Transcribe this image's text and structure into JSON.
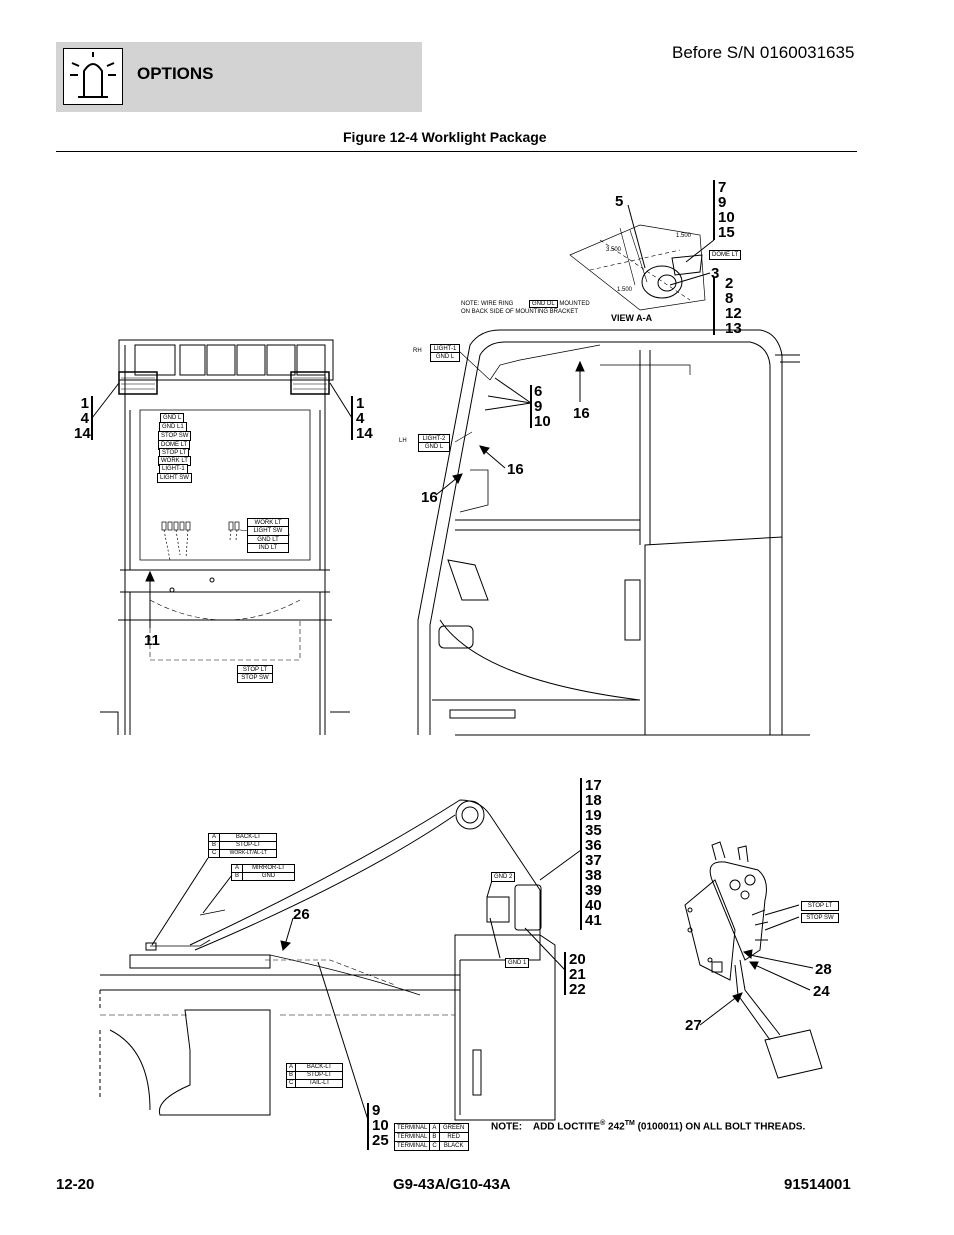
{
  "header": {
    "section_title": "OPTIONS",
    "serial_note": "Before S/N 0160031635",
    "icon": "worklight-icon"
  },
  "figure": {
    "title": "Figure 12-4 Worklight Package"
  },
  "view_a": {
    "label": "VIEW A-A",
    "dim_1": "1.500",
    "dim_2": "3.500",
    "dim_3": "1.500",
    "tag_dome": "DOME LT",
    "note_pre": "NOTE: WIRE RING",
    "note_tag": "GND DL",
    "note_post": "MOUNTED",
    "note_line2": "ON BACK SIDE OF MOUNTING BRACKET",
    "callouts": [
      "5",
      "7",
      "9",
      "10",
      "15",
      "3",
      "2",
      "8",
      "12",
      "13"
    ]
  },
  "front_view": {
    "callouts_left": [
      "1",
      "4",
      "14"
    ],
    "callouts_right": [
      "1",
      "4",
      "14"
    ],
    "callout_bottom": "11",
    "wire_tags": [
      "GND L",
      "GND L1",
      "STOP SW",
      "DOME LT",
      "STOP LT",
      "WORK LT",
      "LIGHT-1",
      "LIGHT SW"
    ],
    "conn_tags": [
      "WORK LT",
      "LIGHT SW",
      "GND LT",
      "IND LT"
    ],
    "bottom_tags": [
      "STOP LT",
      "STOP SW"
    ]
  },
  "side_view": {
    "rh": "RH",
    "lh": "LH",
    "rh_tags": [
      "LIGHT-1",
      "GND L"
    ],
    "lh_tags": [
      "LIGHT-2",
      "GND L"
    ],
    "callouts_group": [
      "6",
      "9",
      "10"
    ],
    "callout_16a": "16",
    "callout_16b": "16",
    "callout_16c": "16"
  },
  "lower_view": {
    "callout_26": "26",
    "callouts_group_a": [
      "17",
      "18",
      "19",
      "35",
      "36",
      "37",
      "38",
      "39",
      "40",
      "41"
    ],
    "callouts_group_b": [
      "20",
      "21",
      "22"
    ],
    "callouts_group_c": [
      "9",
      "10",
      "25"
    ],
    "gnd2": "GND 2",
    "gnd1": "GND 1",
    "conn_a": [
      [
        "A",
        "BACK-LT"
      ],
      [
        "B",
        "STOP-LT"
      ],
      [
        "C",
        "WORK-LT/AL-LT"
      ]
    ],
    "conn_b": [
      [
        "A",
        "MIRROR-LT"
      ],
      [
        "B",
        "GND"
      ]
    ],
    "conn_c": [
      [
        "A",
        "BACK-LT"
      ],
      [
        "B",
        "STOP-LT"
      ],
      [
        "C",
        "TAIL-LT"
      ]
    ],
    "terminals": [
      [
        "TERMINAL",
        "A",
        "GREEN"
      ],
      [
        "TERMINAL",
        "B",
        "RED"
      ],
      [
        "TERMINAL",
        "C",
        "BLACK"
      ]
    ]
  },
  "pedal_view": {
    "tags": [
      "STOP LT",
      "STOP SW"
    ],
    "callout_28": "28",
    "callout_24": "24",
    "callout_27": "27"
  },
  "note": {
    "prefix": "NOTE:",
    "text_a": "ADD LOCTITE",
    "reg": "®",
    "text_b": " 242",
    "tm": "TM",
    "text_c": " (0100011) ON ALL BOLT THREADS."
  },
  "footer": {
    "page": "12-20",
    "model": "G9-43A/G10-43A",
    "doc_number": "91514001"
  }
}
